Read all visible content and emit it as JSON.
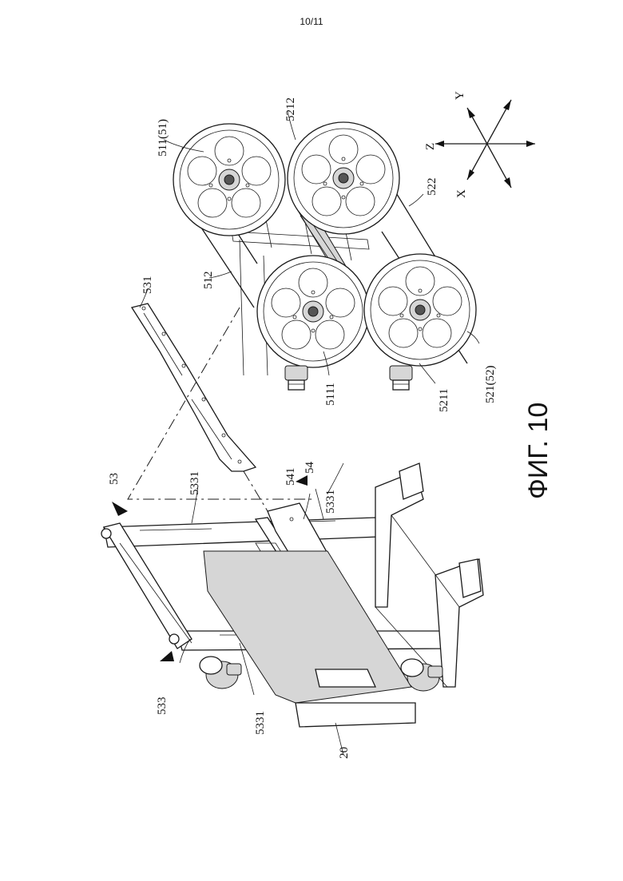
{
  "page_number": "10/11",
  "figure_caption": "ФИГ. 10",
  "axes": {
    "x": "X",
    "y": "Y",
    "z": "Z"
  },
  "labels": {
    "l_511": "511(51)",
    "l_5212": "5212",
    "l_522": "522",
    "l_512": "512",
    "l_531": "531",
    "l_5111": "5111",
    "l_5211": "5211",
    "l_521": "521(52)",
    "l_53": "53",
    "l_5331_top": "5331",
    "l_541": "541",
    "l_54": "54",
    "l_5331_right": "5331",
    "l_533": "533",
    "l_5331_left": "5331",
    "l_20": "20"
  }
}
